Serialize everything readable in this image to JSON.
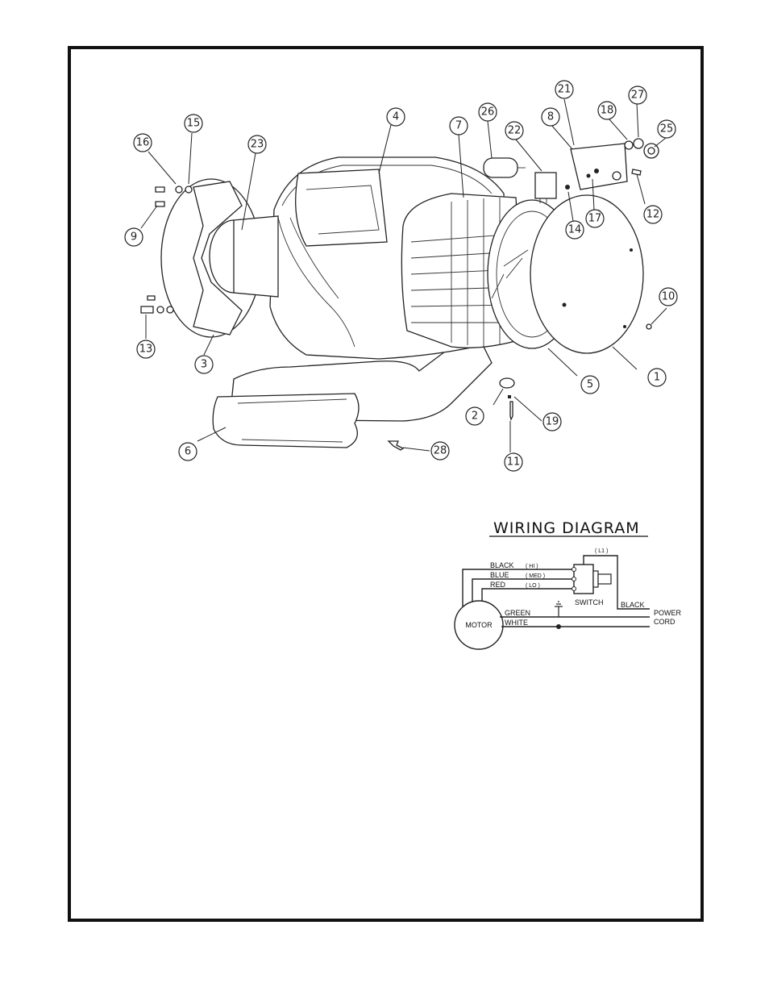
{
  "exploded_view": {
    "callouts": [
      "1",
      "2",
      "3",
      "4",
      "5",
      "6",
      "7",
      "8",
      "9",
      "10",
      "11",
      "12",
      "13",
      "14",
      "15",
      "16",
      "17",
      "18",
      "19",
      "21",
      "22",
      "23",
      "25",
      "26",
      "27",
      "28"
    ]
  },
  "wiring_diagram": {
    "title": "WIRING DIAGRAM",
    "motor_label": "MOTOR",
    "switch_label": "SWITCH",
    "l1_label": "( L1 )",
    "wires": {
      "black": "BLACK",
      "blue": "BLUE",
      "red": "RED",
      "green": "GREEN",
      "white": "WHITE",
      "black_out": "BLACK"
    },
    "speeds": {
      "hi": "( HI )",
      "med": "( MED )",
      "lo": "( LO )"
    },
    "power_cord": [
      "POWER",
      "CORD"
    ]
  }
}
